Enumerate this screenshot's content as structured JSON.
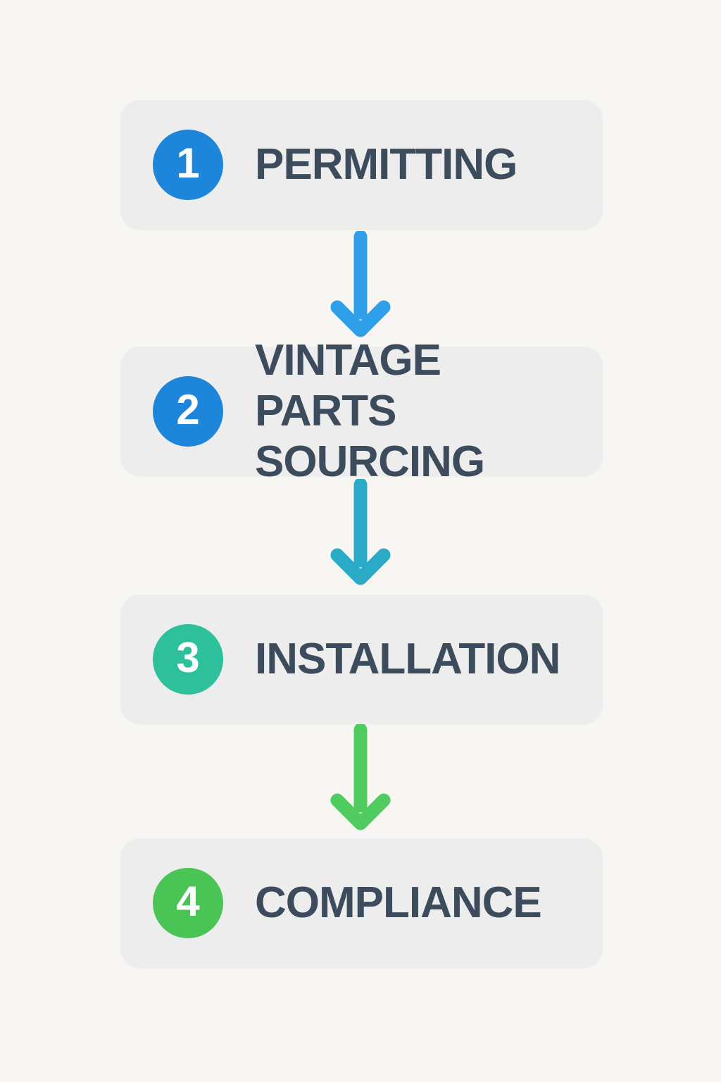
{
  "canvas": {
    "background": "#F8F6F3",
    "card_background": "#EDEDED",
    "text_color": "#3D4C5C"
  },
  "steps": [
    {
      "number": "1",
      "label": "PERMITTING",
      "badge_color": "#1D86DB"
    },
    {
      "number": "2",
      "label": "VINTAGE PARTS\nSOURCING",
      "badge_color": "#1D86DB"
    },
    {
      "number": "3",
      "label": "INSTALLATION",
      "badge_color": "#2DC09A"
    },
    {
      "number": "4",
      "label": "COMPLIANCE",
      "badge_color": "#4AC454"
    }
  ],
  "arrows": [
    {
      "color": "#2E9FE8"
    },
    {
      "color": "#2AAAC6"
    },
    {
      "color": "#4FCB5F"
    }
  ]
}
